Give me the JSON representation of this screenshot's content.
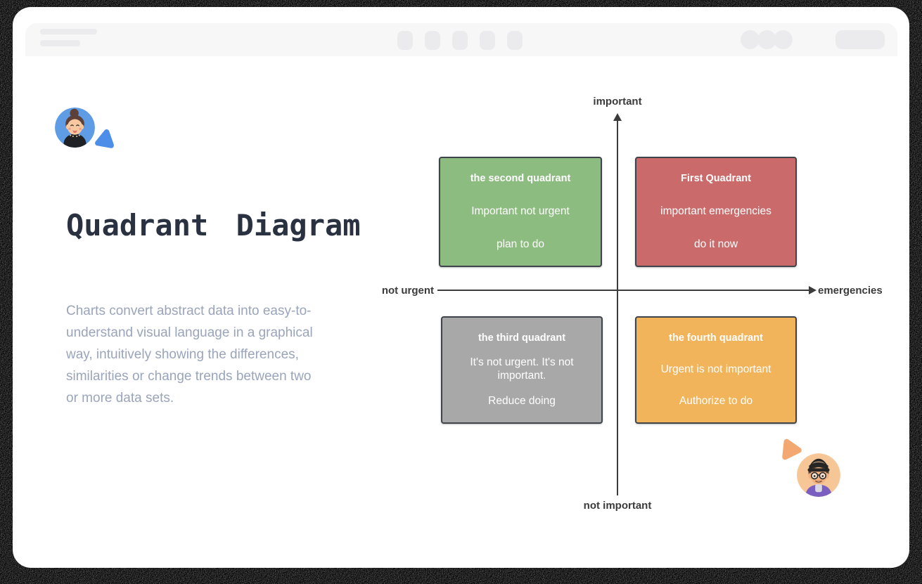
{
  "hero": {
    "title": "Quadrant Diagram",
    "description": "Charts convert abstract data into easy-to-understand visual language in a graphical way, intuitively showing the differences, similarities or change trends between two or more data sets."
  },
  "diagram": {
    "axes": {
      "top": "important",
      "bottom": "not important",
      "left": "not urgent",
      "right": "emergencies"
    },
    "quadrants": [
      {
        "position": "top-right",
        "title": "First Quadrant",
        "subtitle": "important emergencies",
        "action": "do it now",
        "color": "#cb6a6a"
      },
      {
        "position": "top-left",
        "title": "the second quadrant",
        "subtitle": "Important not urgent",
        "action": "plan to do",
        "color": "#8dbc80"
      },
      {
        "position": "bottom-left",
        "title": "the third quadrant",
        "subtitle": "It's not urgent. It's not important.",
        "action": "Reduce doing",
        "color": "#a8a8a8"
      },
      {
        "position": "bottom-right",
        "title": "the fourth quadrant",
        "subtitle": "Urgent is not important",
        "action": "Authorize to do",
        "color": "#f1b45b"
      }
    ],
    "axis_color": "#3b3b3b",
    "box_border_color": "#3f444a"
  },
  "collaborators": [
    {
      "id": "woman-with-bun",
      "cursor_color": "#4d8ee8",
      "avatar_bg": "#5f9ce6"
    },
    {
      "id": "person-with-cap-and-glasses",
      "cursor_color": "#f3a871",
      "avatar_bg": "#f7c697"
    }
  ],
  "colors": {
    "page_background": "#000000",
    "card_background": "#ffffff",
    "browser_bar": "#f7f7f8",
    "placeholder": "#ebebed",
    "title_text": "#2a3140",
    "description_text": "#9aa4bb"
  }
}
